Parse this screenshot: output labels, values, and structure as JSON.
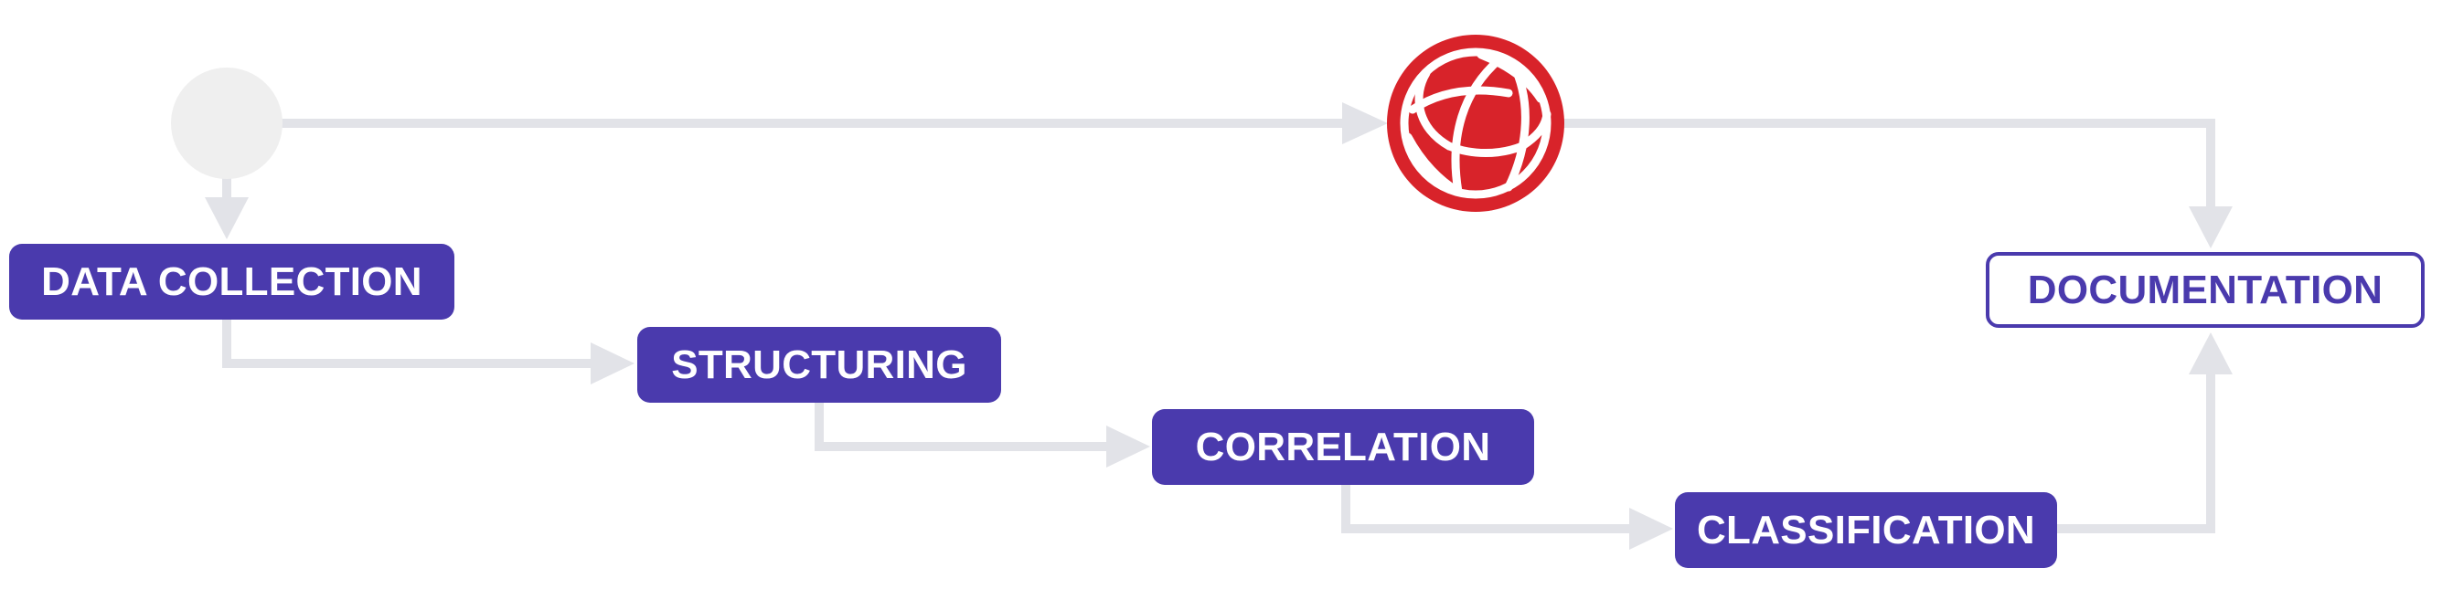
{
  "nodes": {
    "data_collection": "DATA COLLECTION",
    "structuring": "STRUCTURING",
    "correlation": "CORRELATION",
    "classification": "CLASSIFICATION",
    "documentation": "DOCUMENTATION"
  },
  "icons": {
    "start": "start-node-circle",
    "globe": "globe-icon"
  },
  "colors": {
    "node_fill": "#4a3aad",
    "node_text": "#ffffff",
    "connector": "#e2e3e8",
    "start_circle": "#efefef",
    "globe_red": "#d8232a"
  }
}
